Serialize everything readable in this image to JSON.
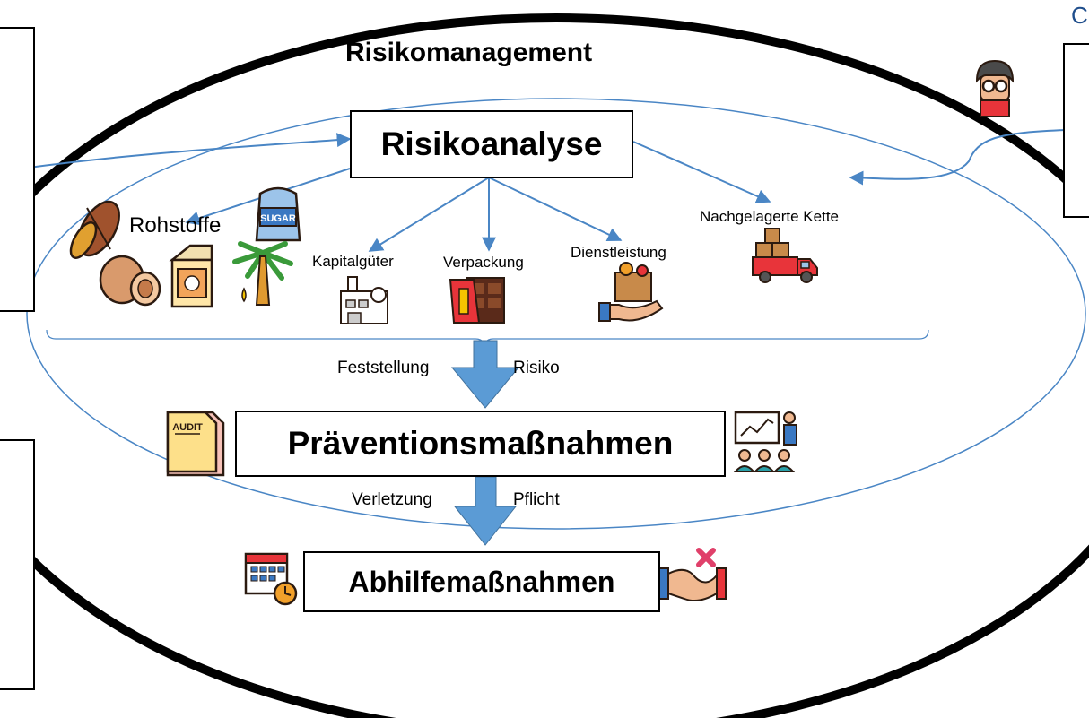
{
  "title": "Risikomanagement",
  "risk_analysis": "Risikoanalyse",
  "categories": {
    "rohstoffe": "Rohstoffe",
    "kapitalgueter": "Kapitalgüter",
    "verpackung": "Verpackung",
    "dienstleistung": "Dienstleistung",
    "nachgelagerte_kette": "Nachgelagerte Kette"
  },
  "sugar_label": "SUGAR",
  "audit_label": "AUDIT",
  "arrow1": {
    "left": "Feststellung",
    "right": "Risiko"
  },
  "prevention": "Präventionsmaßnahmen",
  "arrow2": {
    "left": "Verletzung",
    "right": "Pflicht"
  },
  "remedy": "Abhilfemaßnahmen",
  "corner_letter": "C",
  "colors": {
    "arrow_blue": "#5b9bd5",
    "line_blue": "#4a86c5",
    "ellipse_border": "#000000",
    "corner_text": "#1f4e8c"
  },
  "icons": [
    "cocoa-icon",
    "hazelnut-icon",
    "milk-carton-icon",
    "sugar-bag-icon",
    "palm-oil-icon",
    "factory-icon",
    "chocolate-packaging-icon",
    "service-box-icon",
    "delivery-truck-icon",
    "audit-document-icon",
    "presentation-icon",
    "calendar-clock-icon",
    "broken-handshake-icon",
    "inspector-avatar-icon"
  ]
}
